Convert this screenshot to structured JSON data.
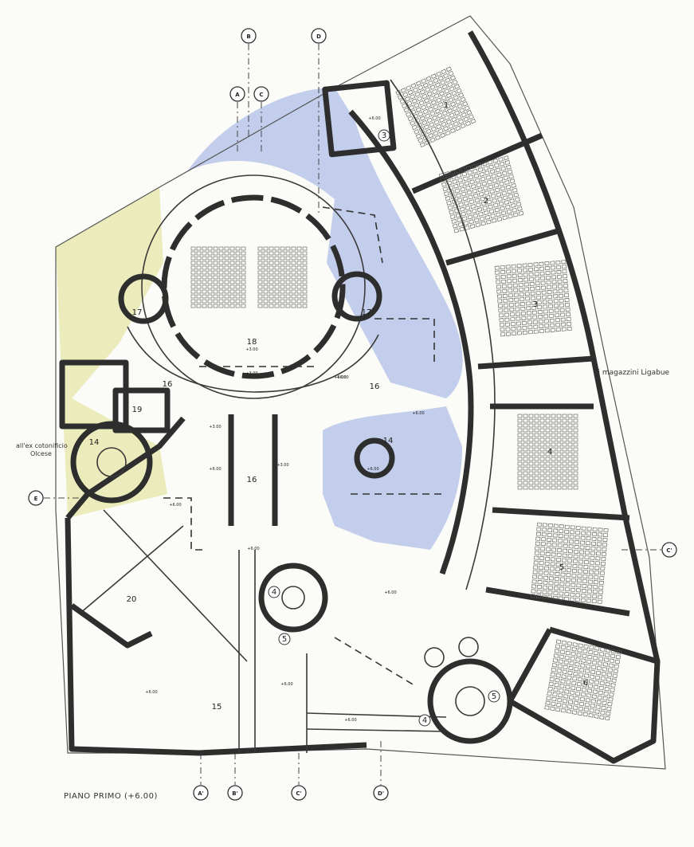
{
  "title": "PIANO PRIMO (+6.00)",
  "annotations": {
    "magazzini": "ai magazzini Ligabue",
    "cotonificio_line1": "all'ex cotonificio",
    "cotonificio_line2": "Olcese"
  },
  "colors": {
    "water": "#b8c6ea",
    "courtyard": "#e9e9b4",
    "wall": "#2e2e2e",
    "paper": "#fbfbf7"
  },
  "axis_markers": {
    "top": [
      "B",
      "D",
      "A",
      "C"
    ],
    "bottom": [
      "A'",
      "B'",
      "C'",
      "D'"
    ],
    "left": "E",
    "right": "C'"
  },
  "rooms": [
    {
      "number": "1",
      "label": "1"
    },
    {
      "number": "2",
      "label": "2"
    },
    {
      "number": "3",
      "label": "3"
    },
    {
      "number": "4",
      "label": "4"
    },
    {
      "number": "5",
      "label": "5"
    },
    {
      "number": "6",
      "label": "6"
    },
    {
      "number": "3",
      "label": "3"
    },
    {
      "number": "4",
      "label": "4"
    },
    {
      "number": "4",
      "label": "4"
    },
    {
      "number": "5",
      "label": "5"
    },
    {
      "number": "5",
      "label": "5"
    },
    {
      "number": "14",
      "label": "14"
    },
    {
      "number": "14",
      "label": "14"
    },
    {
      "number": "15",
      "label": "15"
    },
    {
      "number": "16",
      "label": "16"
    },
    {
      "number": "16",
      "label": "16"
    },
    {
      "number": "16",
      "label": "16"
    },
    {
      "number": "17",
      "label": "17"
    },
    {
      "number": "17",
      "label": "17"
    },
    {
      "number": "18",
      "label": "18"
    },
    {
      "number": "19",
      "label": "19"
    },
    {
      "number": "20",
      "label": "20"
    }
  ],
  "levels": [
    "+6.00",
    "+6.00",
    "+6.00",
    "+3.00",
    "+3.00",
    "+6.00",
    "+6.00",
    "+6.00",
    "+6.00",
    "+6.00",
    "+3.00",
    "+3.00",
    "+6.00",
    "+6.00",
    "+6.00",
    "+6.00",
    "+6.00"
  ]
}
